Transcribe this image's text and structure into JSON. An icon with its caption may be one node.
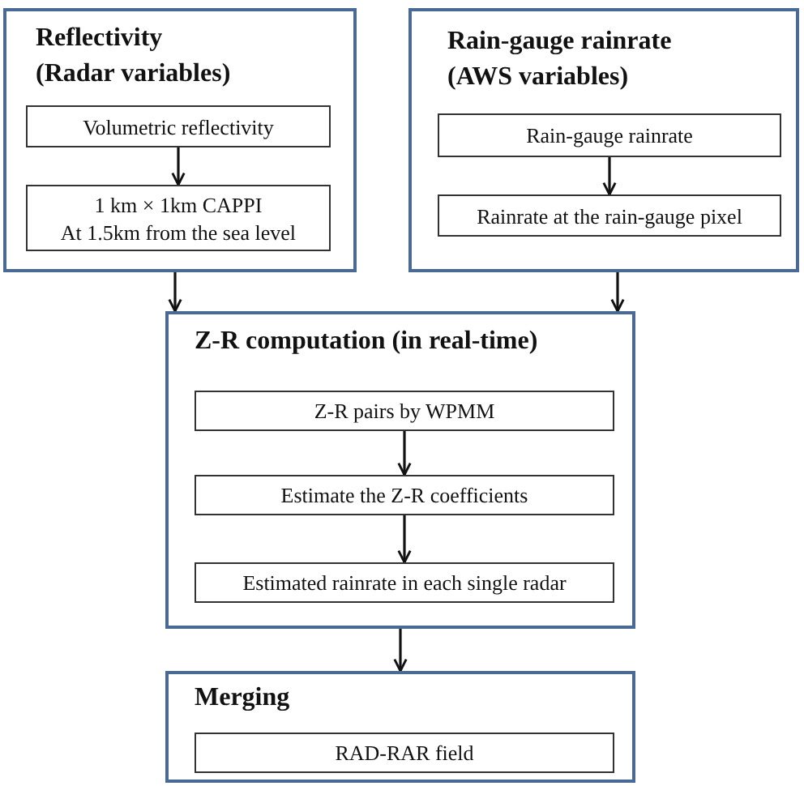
{
  "diagram": {
    "nodes": [
      {
        "text": [
          "Reflectivity (Radar variables)"
        ]
      },
      {
        "text": [
          "Volumetric reflectivity"
        ],
        "in": 0
      },
      {
        "text": [
          "1 km × 1km CAPPI",
          "At 1.5km from the sea level"
        ],
        "in": 0
      },
      {
        "text": [
          "Rain-gauge rainrate (AWS variables)"
        ]
      },
      {
        "text": [
          "Rain-gauge rainrate"
        ],
        "in": 3
      },
      {
        "text": [
          "Rainrate at the rain-gauge pixel"
        ],
        "in": 3
      },
      {
        "text": [
          "Z-R computation (in real-time)"
        ]
      },
      {
        "text": [
          "Z-R pairs by WPMM"
        ],
        "in": 6
      },
      {
        "text": [
          "Estimate the Z-R coefficients"
        ],
        "in": 6
      },
      {
        "text": [
          "Estimated rainrate in each single radar"
        ],
        "in": 6
      },
      {
        "text": [
          "Merging"
        ]
      },
      {
        "text": [
          "RAD-RAR field"
        ],
        "in": 10
      }
    ],
    "edges": [
      {
        "from": 1,
        "to": 2,
        "arrow": "to"
      },
      {
        "from": 4,
        "to": 5,
        "arrow": "to"
      },
      {
        "from": 0,
        "to": 6,
        "arrow": "to"
      },
      {
        "from": 3,
        "to": 6,
        "arrow": "to"
      },
      {
        "from": 7,
        "to": 8,
        "arrow": "to"
      },
      {
        "from": 8,
        "to": 9,
        "arrow": "to"
      },
      {
        "from": 6,
        "to": 10,
        "arrow": "to"
      }
    ]
  }
}
